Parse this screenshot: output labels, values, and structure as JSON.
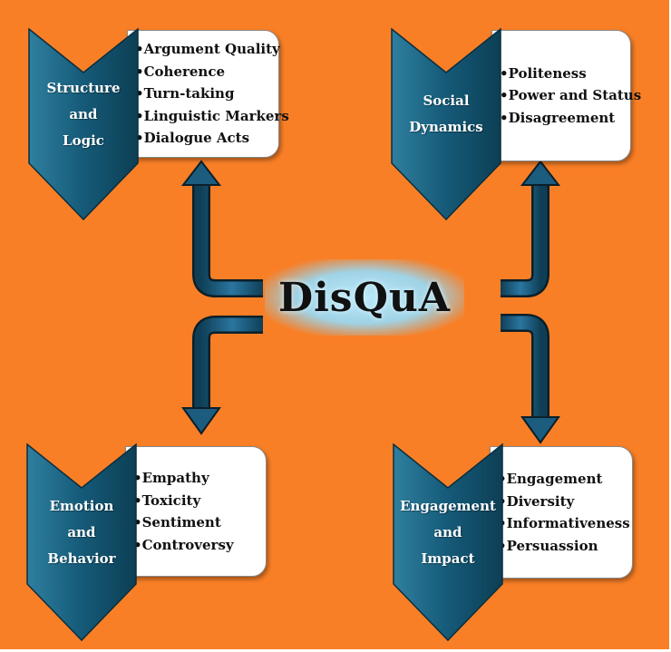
{
  "title": "DisQuA",
  "colors": {
    "background": "#f97f26",
    "chevron_dark": "#10495f",
    "chevron_light": "#2f7f9f",
    "arrow": "#1c5c7e",
    "panel": "#ffffff"
  },
  "categories": {
    "structure": {
      "label_lines": [
        "Structure",
        "and",
        "Logic"
      ],
      "items": [
        "Argument Quality",
        "Coherence",
        "Turn-taking",
        "Linguistic Markers",
        "Dialogue Acts"
      ]
    },
    "social": {
      "label_lines": [
        "Social",
        "Dynamics"
      ],
      "items": [
        "Politeness",
        "Power and Status",
        "Disagreement"
      ]
    },
    "emotion": {
      "label_lines": [
        "Emotion",
        "and",
        "Behavior"
      ],
      "items": [
        "Empathy",
        "Toxicity",
        "Sentiment",
        "Controversy"
      ]
    },
    "engagement": {
      "label_lines": [
        "Engagement",
        "and",
        "Impact"
      ],
      "items": [
        "Engagement",
        "Diversity",
        "Informativeness",
        "Persuassion"
      ]
    }
  }
}
